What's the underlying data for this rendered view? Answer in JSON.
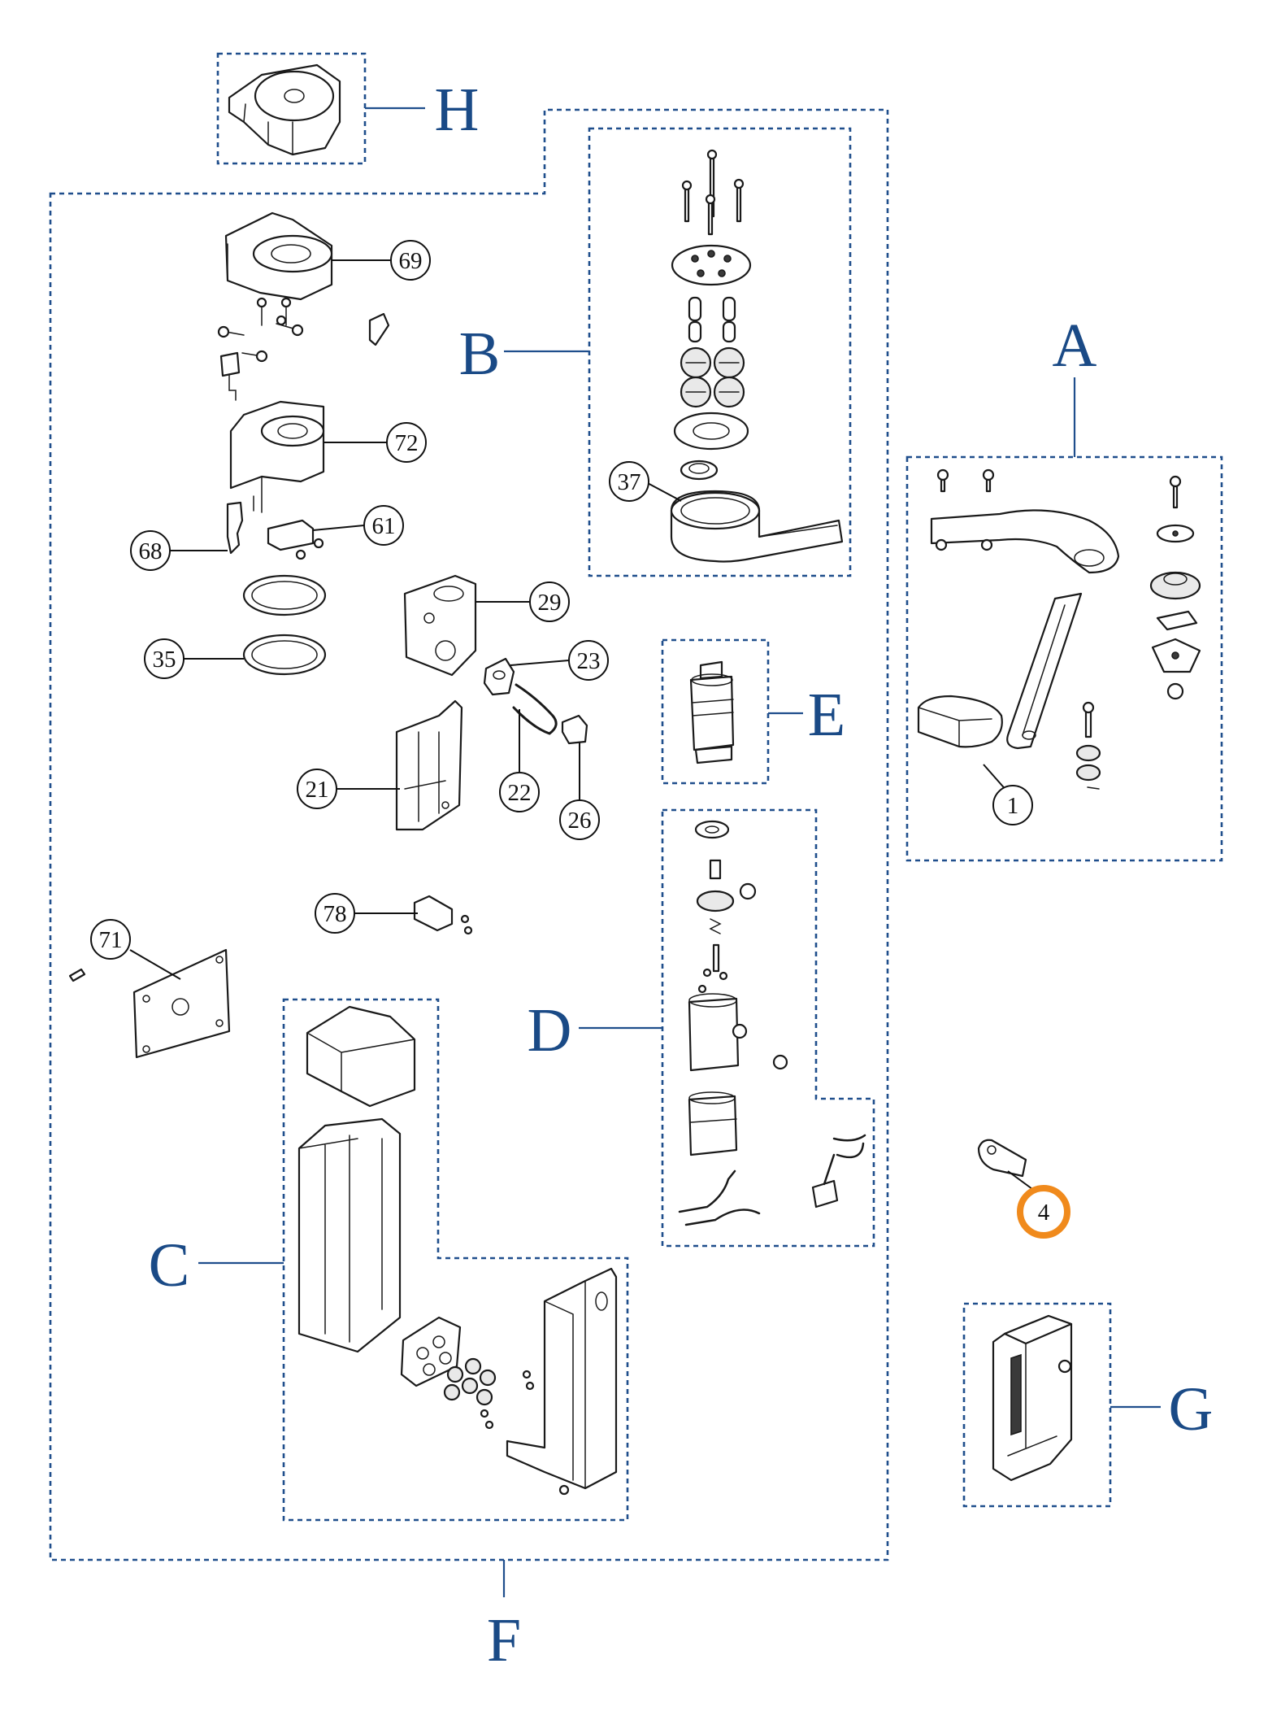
{
  "groups": [
    {
      "id": "A",
      "label": "A"
    },
    {
      "id": "B",
      "label": "B"
    },
    {
      "id": "C",
      "label": "C"
    },
    {
      "id": "D",
      "label": "D"
    },
    {
      "id": "E",
      "label": "E"
    },
    {
      "id": "F",
      "label": "F"
    },
    {
      "id": "G",
      "label": "G"
    },
    {
      "id": "H",
      "label": "H"
    }
  ],
  "callouts": [
    "69",
    "72",
    "61",
    "68",
    "35",
    "29",
    "23",
    "21",
    "22",
    "26",
    "78",
    "71",
    "37",
    "1",
    "4"
  ],
  "highlighted_callout": "4",
  "colors": {
    "group_frame": "#1f4e8c",
    "group_letter": "#1a4a86",
    "highlight": "#f08a1c",
    "line_art": "#1a1a1a"
  }
}
